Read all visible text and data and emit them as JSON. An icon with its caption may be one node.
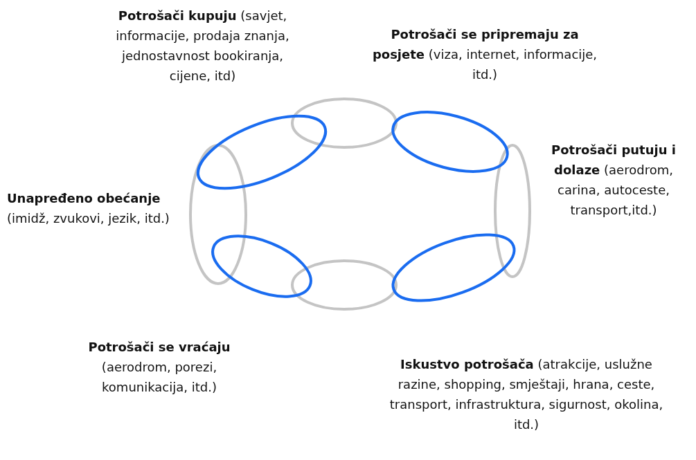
{
  "diagram": {
    "labels": [
      "**Potrošači kupuju** (savjet, informacije, prodaja znanja, jednostavnost bookiranja, cijene, itd)",
      "**Potrošači se pripremaju za posjete** (viza, internet, informacije, itd.)",
      "**Potrošači putuju i dolaze** (aerodrom, carina, autoceste, transport,itd.)",
      "**Unapređeno obećanje** (imidž, zvukovi, jezik, itd.)",
      "**Potrošači se vraćaju** (aerodrom, porezi, komunikacija, itd.)",
      "**Iskustvo potrošača** (atrakcije, uslužne razine, shopping, smještaji, hrana, ceste, transport, infrastruktura, sigurnost, okolina, itd.)"
    ]
  }
}
